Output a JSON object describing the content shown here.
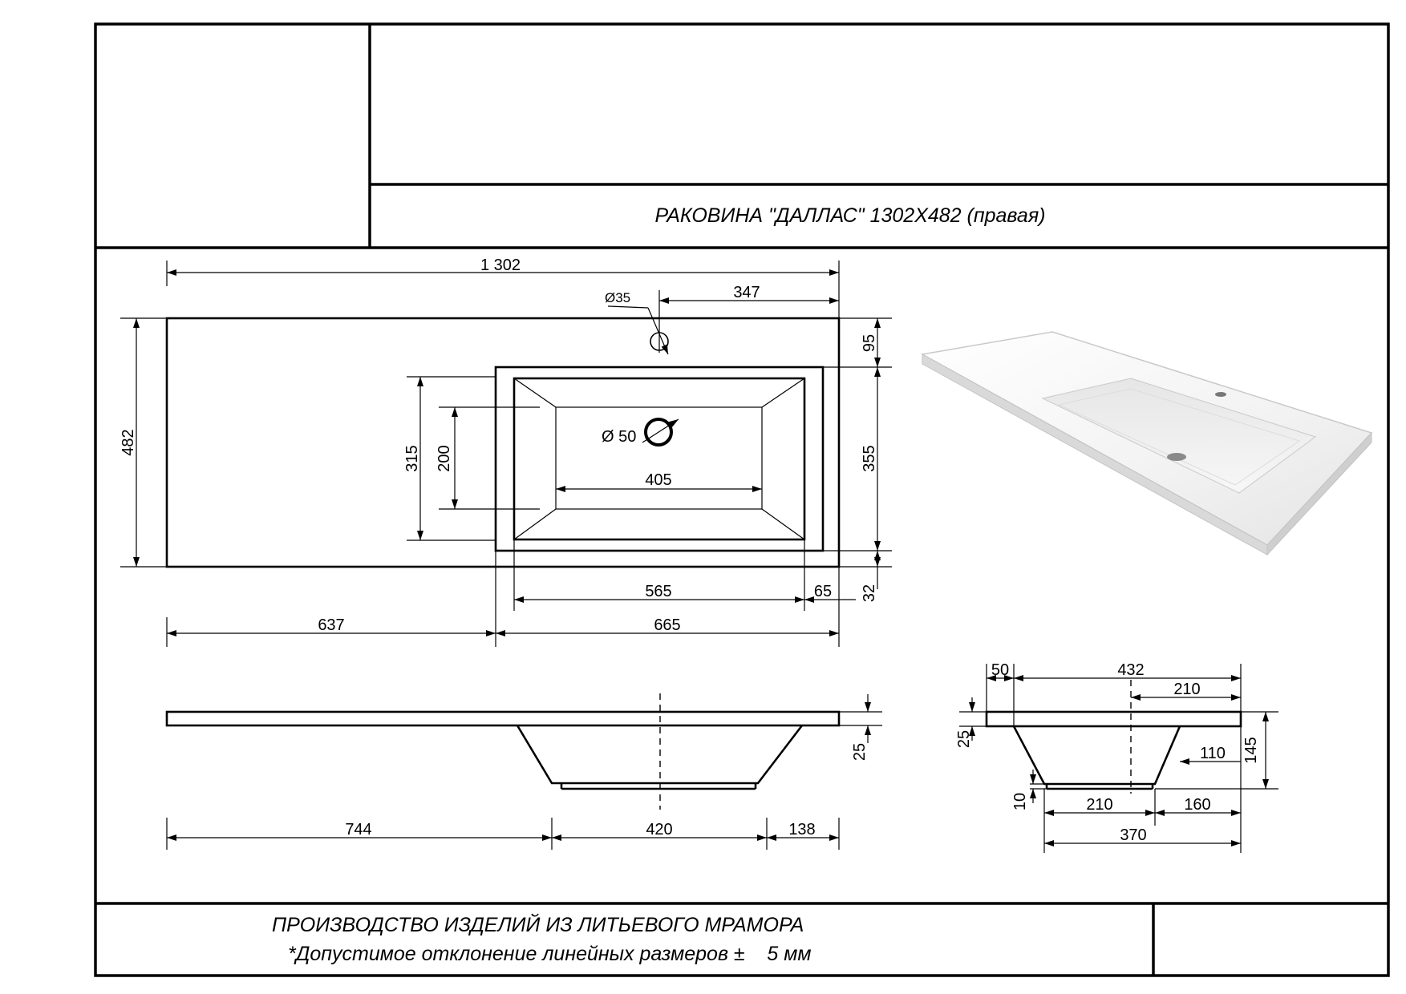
{
  "title": "РАКОВИНА \"ДАЛЛАС\" 1302Х482 (правая)",
  "footer": {
    "line1": "ПРОИЗВОДСТВО ИЗДЕЛИЙ ИЗ ЛИТЬЕВОГО МРАМОРА",
    "line2": "*Допустимое отклонение линейных размеров ±    5 мм"
  },
  "plan": {
    "overall_length": "1 302",
    "hole_diameter": "Ø35",
    "hole_offset": "347",
    "overall_width": "482",
    "top_margin": "95",
    "bowl_depth": "355",
    "bottom_margin": "32",
    "outer_height": "315",
    "drain_spacing": "200",
    "drain_diameter": "Ø 50",
    "bottom_length": "405",
    "bowl_length": "565",
    "right_margin": "65",
    "left_part": "637",
    "right_part": "665"
  },
  "front": {
    "thickness": "25",
    "left_offset": "744",
    "bowl_bottom": "420",
    "right_offset": "138"
  },
  "side": {
    "edge": "50",
    "width": "432",
    "hole_offset": "210",
    "top_thickness": "25",
    "drain_offset": "110",
    "height": "145",
    "bottom_thickness": "10",
    "bottom_width": "210",
    "back_offset": "160",
    "bowl_width": "370"
  }
}
